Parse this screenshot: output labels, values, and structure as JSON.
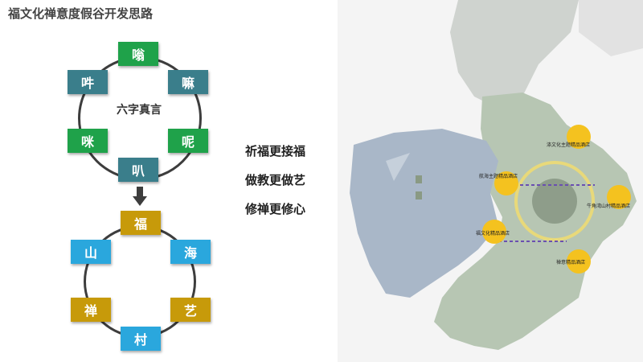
{
  "title": "福文化禅意度假谷开发思路",
  "top_ring": {
    "center": "六字真言",
    "nodes": [
      "嗡",
      "嘛",
      "呢",
      "叭",
      "咪",
      "吽"
    ]
  },
  "bottom_ring": {
    "nodes": [
      "福",
      "海",
      "艺",
      "村",
      "禅",
      "山"
    ]
  },
  "phrases": [
    "祈福更接福",
    "做教更做艺",
    "修禅更修心"
  ],
  "map": {
    "labels": [
      "涤文化主题精品酒店",
      "航海主题精品酒店",
      "牛角湾山村精品酒店",
      "福文化精品酒店",
      "禅意精品酒店"
    ],
    "colors": {
      "marker": "#f4c21f",
      "ring": "#e8d97a",
      "water": "#a8b6c7",
      "land": "#b6c4b0"
    }
  }
}
